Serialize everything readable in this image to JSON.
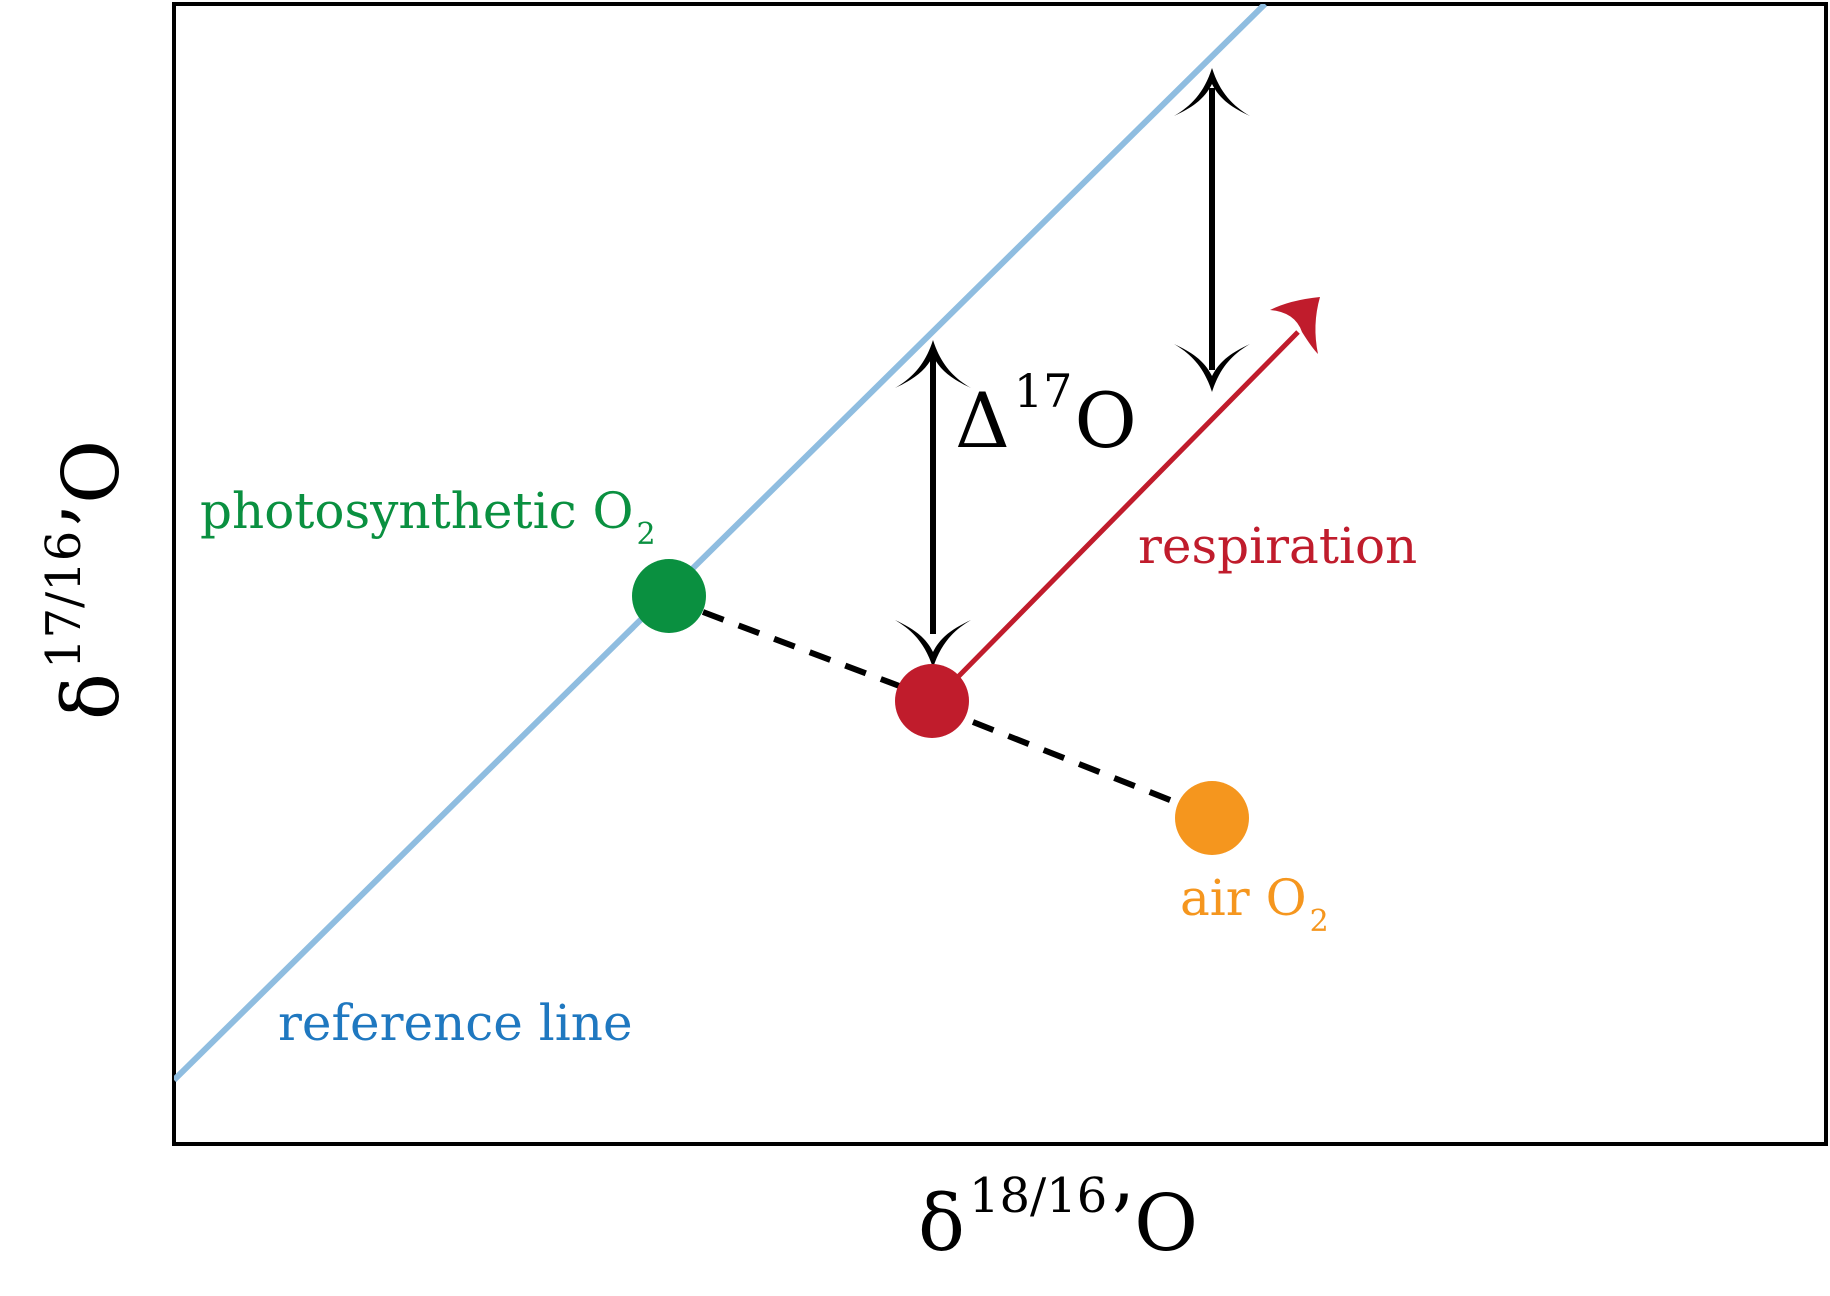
{
  "diagram": {
    "x_axis": {
      "base": "δ",
      "superscript": "18/16",
      "suffix": "’O"
    },
    "y_axis": {
      "base": "δ",
      "superscript": "17/16",
      "suffix": "’O"
    },
    "labels": {
      "photosynthetic": {
        "text": "photosynthetic O",
        "subscript": "2"
      },
      "air": {
        "text": "air O",
        "subscript": "2"
      },
      "respiration": "respiration",
      "reference": "reference line",
      "delta": {
        "base": "Δ",
        "superscript": "17",
        "suffix": "O"
      }
    },
    "colors": {
      "reference_line": "#8fbde0",
      "reference_text": "#1f78c0",
      "photosynthetic": "#0a9040",
      "respiration": "#c01c2c",
      "air": "#f5961e",
      "black": "#000000"
    }
  }
}
